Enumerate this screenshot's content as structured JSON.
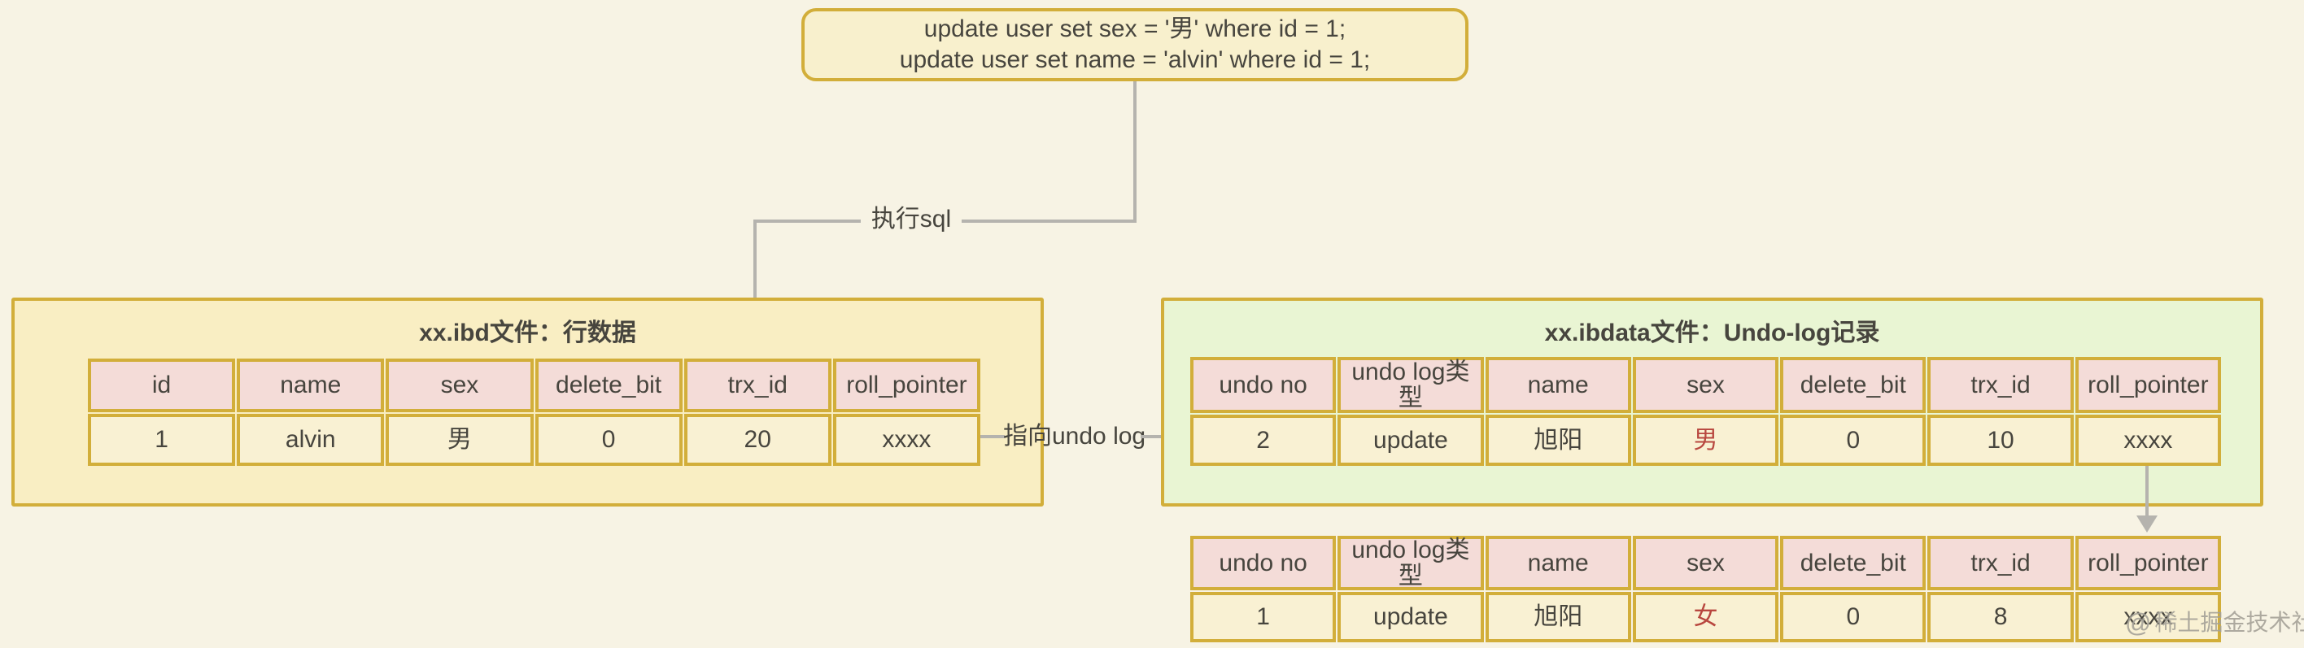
{
  "colors": {
    "page": "#f7f3e4",
    "gold": "#d2ae3a",
    "box-yellow": "#f9eec3",
    "sql-fill": "#f8f0cd",
    "box-green": "#e9f5d3",
    "cell-pink": "#f4dcd8",
    "cell-cream": "#f9f1d3",
    "ink": "#47453e",
    "red": "#b8473f",
    "line": "#b5b3ae",
    "watermark": "#a5a298"
  },
  "sql_box": {
    "line1": "update user set sex = '男' where id = 1;",
    "line2": "update user set name = 'alvin' where id = 1;"
  },
  "labels": {
    "execute_sql": "执行sql",
    "point_to_undo_log": "指向undo log"
  },
  "row_data": {
    "title": "xx.ibd文件：行数据",
    "columns": [
      "id",
      "name",
      "sex",
      "delete_bit",
      "trx_id",
      "roll_pointer"
    ],
    "row": [
      "1",
      "alvin",
      "男",
      "0",
      "20",
      "xxxx"
    ]
  },
  "undo_log": {
    "title": "xx.ibdata文件：Undo-log记录",
    "columns": [
      "undo no",
      "undo log类型",
      "name",
      "sex",
      "delete_bit",
      "trx_id",
      "roll_pointer"
    ],
    "row1": [
      "2",
      "update",
      "旭阳",
      "男",
      "0",
      "10",
      "xxxx"
    ],
    "row2": [
      "1",
      "update",
      "旭阳",
      "女",
      "0",
      "8",
      "xxxx"
    ]
  },
  "watermark": {
    "logo": "@",
    "text": "稀土掘金技术社区"
  }
}
